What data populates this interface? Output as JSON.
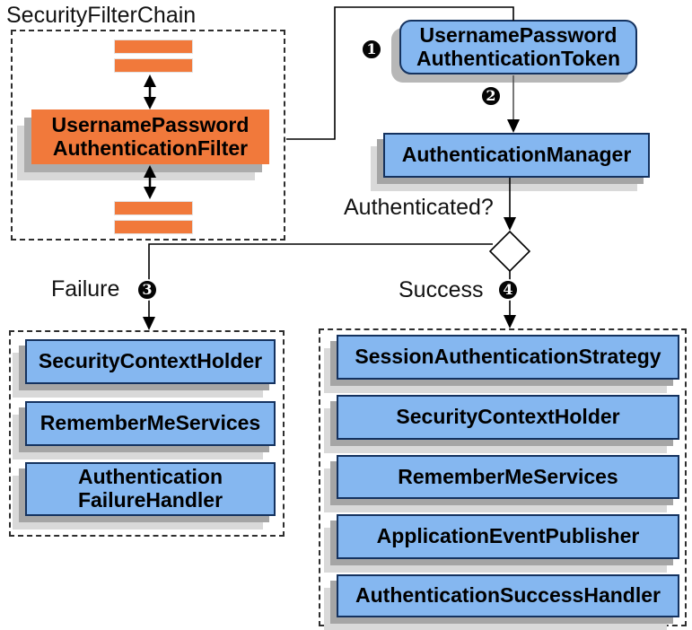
{
  "title": "SecurityFilterChain",
  "labels": {
    "authenticated": "Authenticated?",
    "failure": "Failure",
    "success": "Success"
  },
  "steps": [
    "1",
    "2",
    "3",
    "4"
  ],
  "nodes": {
    "filter": {
      "lines": [
        "UsernamePassword",
        "AuthenticationFilter"
      ]
    },
    "token": {
      "lines": [
        "UsernamePassword",
        "AuthenticationToken"
      ]
    },
    "manager": "AuthenticationManager"
  },
  "failure_panel": {
    "items": [
      [
        "SecurityContextHolder"
      ],
      [
        "RememberMeServices"
      ],
      [
        "Authentication",
        "FailureHandler"
      ]
    ]
  },
  "success_panel": {
    "items": [
      "SessionAuthenticationStrategy",
      "SecurityContextHolder",
      "RememberMeServices",
      "ApplicationEventPublisher",
      "AuthenticationSuccessHandler"
    ]
  },
  "colors": {
    "orange": "#F1793B",
    "node_fill": "#85B7F0",
    "node_border": "#14325F",
    "shadow_near": "#A5A5A5",
    "shadow_far": "#D9D9D9"
  }
}
